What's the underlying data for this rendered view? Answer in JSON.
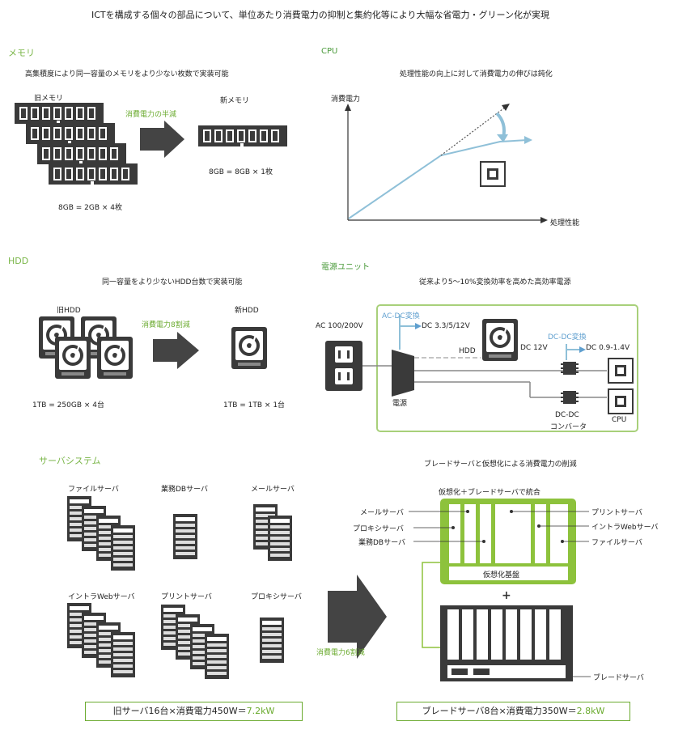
{
  "title": "ICTを構成する個々の部品について、単位あたり消費電力の抑制と集約化等により大幅な省電力・グリーン化が実現",
  "memory": {
    "heading": "メモリ",
    "subtitle": "高集積度により同一容量のメモリをより少ない枚数で実装可能",
    "old_label": "旧メモリ",
    "new_label": "新メモリ",
    "arrow_label": "消費電力の半減",
    "old_caption": "8GB = 2GB × 4枚",
    "new_caption": "8GB = 8GB × 1枚"
  },
  "cpu": {
    "heading": "CPU",
    "subtitle": "処理性能の向上に対して消費電力の伸びは鈍化",
    "y_axis": "消費電力",
    "x_axis": "処理性能"
  },
  "hdd": {
    "heading": "HDD",
    "subtitle": "同一容量をより少ないHDD台数で実装可能",
    "old_label": "旧HDD",
    "new_label": "新HDD",
    "arrow_label": "消費電力8割減",
    "old_caption": "1TB = 250GB × 4台",
    "new_caption": "1TB = 1TB × 1台"
  },
  "psu": {
    "heading": "電源ユニット",
    "subtitle": "従来より5～10%変換効率を高めた高効率電源",
    "ac_in": "AC 100/200V",
    "acdc": "AC-DC変換",
    "dc_out": "DC 3.3/5/12V",
    "hdd": "HDD",
    "dc12": "DC 12V",
    "dcdc": "DC-DC変換",
    "dc_low": "DC 0.9-1.4V",
    "psu_label": "電源",
    "converter": "DC-DC\nコンバータ",
    "converter_l1": "DC-DC",
    "converter_l2": "コンバータ",
    "cpu": "CPU"
  },
  "server": {
    "heading": "サーバシステム",
    "types": [
      "ファイルサーバ",
      "業務DBサーバ",
      "メールサーバ",
      "イントラWebサーバ",
      "プリントサーバ",
      "プロキシサーバ"
    ],
    "arrow_label": "消費電力6割減",
    "old_summary_prefix": "旧サーバ16台×消費電力450W＝",
    "old_summary_value": "7.2kW",
    "blade_title": "ブレードサーバと仮想化による消費電力の削減",
    "virt_title": "仮想化＋ブレードサーバで統合",
    "left_labels": [
      "メールサーバ",
      "プロキシサーバ",
      "業務DBサーバ"
    ],
    "right_labels": [
      "プリントサーバ",
      "イントラWebサーバ",
      "ファイルサーバ"
    ],
    "virt_base": "仮想化基盤",
    "plus": "+",
    "blade_label": "ブレードサーバ",
    "new_summary_prefix": "ブレードサーバ8台×消費電力350W＝",
    "new_summary_value": "2.8kW"
  },
  "colors": {
    "green": "#6aaa2e",
    "blue": "#7fb5d5",
    "dark": "#333333"
  }
}
